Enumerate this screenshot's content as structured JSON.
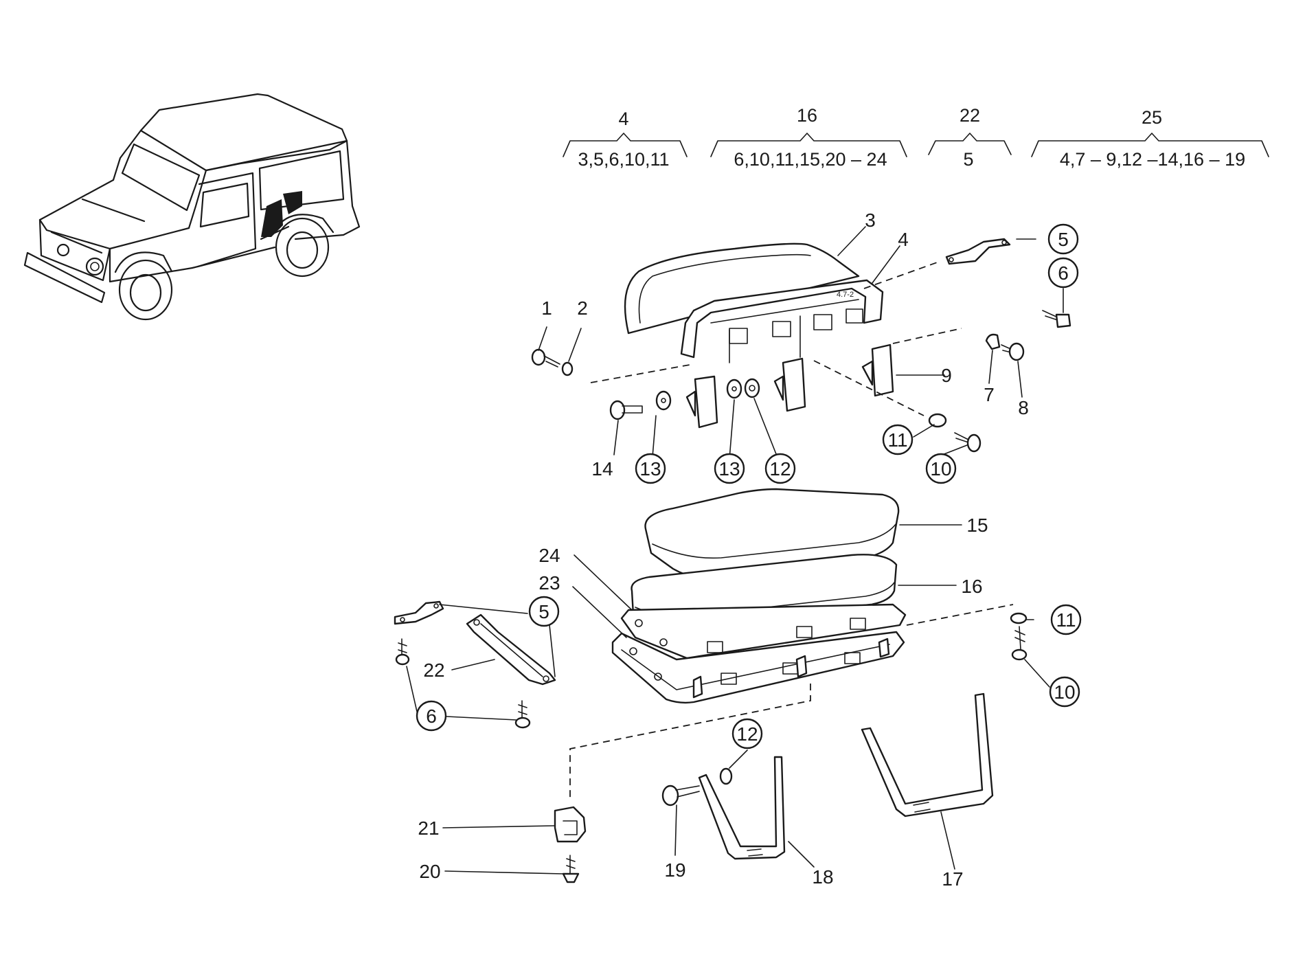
{
  "groups": [
    {
      "number": "4",
      "contents": "3,5,6,10,11"
    },
    {
      "number": "16",
      "contents": "6,10,11,15,20 – 24"
    },
    {
      "number": "22",
      "contents": "5"
    },
    {
      "number": "25",
      "contents": "4,7 – 9,12 –14,16 – 19"
    }
  ],
  "labels": {
    "n1": "1",
    "n2": "2",
    "n3": "3",
    "n4": "4",
    "n5a": "5",
    "n6a": "6",
    "n7": "7",
    "n8": "8",
    "n9": "9",
    "n10a": "10",
    "n11a": "11",
    "n12a": "12",
    "n13a": "13",
    "n13b": "13",
    "n14": "14",
    "n15": "15",
    "n16": "16",
    "n24": "24",
    "n23": "23",
    "n5b": "5",
    "n22": "22",
    "n6b": "6",
    "n11b": "11",
    "n10b": "10",
    "n12b": "12",
    "n21": "21",
    "n20": "20",
    "n19": "19",
    "n18": "18",
    "n17": "17"
  },
  "circled_labels": [
    "5",
    "6",
    "10",
    "11",
    "12",
    "13"
  ]
}
